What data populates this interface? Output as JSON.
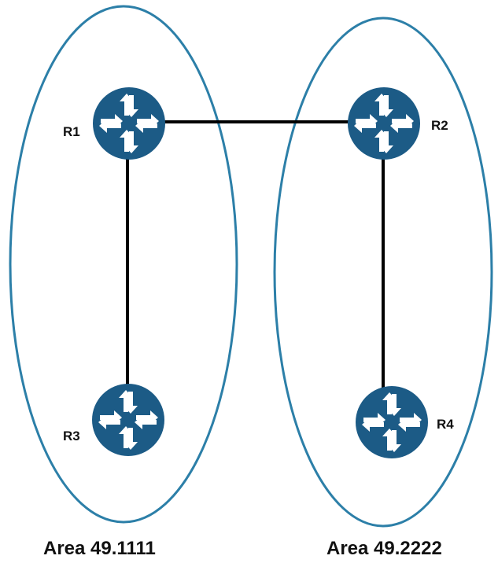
{
  "colors": {
    "area_outline": "#2c7fa8",
    "router_fill": "#1c5b86",
    "router_arrows": "#ffffff",
    "link": "#000000"
  },
  "icons": {
    "router": "router-icon"
  },
  "areas": [
    {
      "label": "Area 49.1111"
    },
    {
      "label": "Area 49.2222"
    }
  ],
  "routers": [
    {
      "label": "R1"
    },
    {
      "label": "R2"
    },
    {
      "label": "R3"
    },
    {
      "label": "R4"
    }
  ],
  "links": [
    {
      "from": "R1",
      "to": "R2"
    },
    {
      "from": "R1",
      "to": "R3"
    },
    {
      "from": "R2",
      "to": "R4"
    }
  ]
}
